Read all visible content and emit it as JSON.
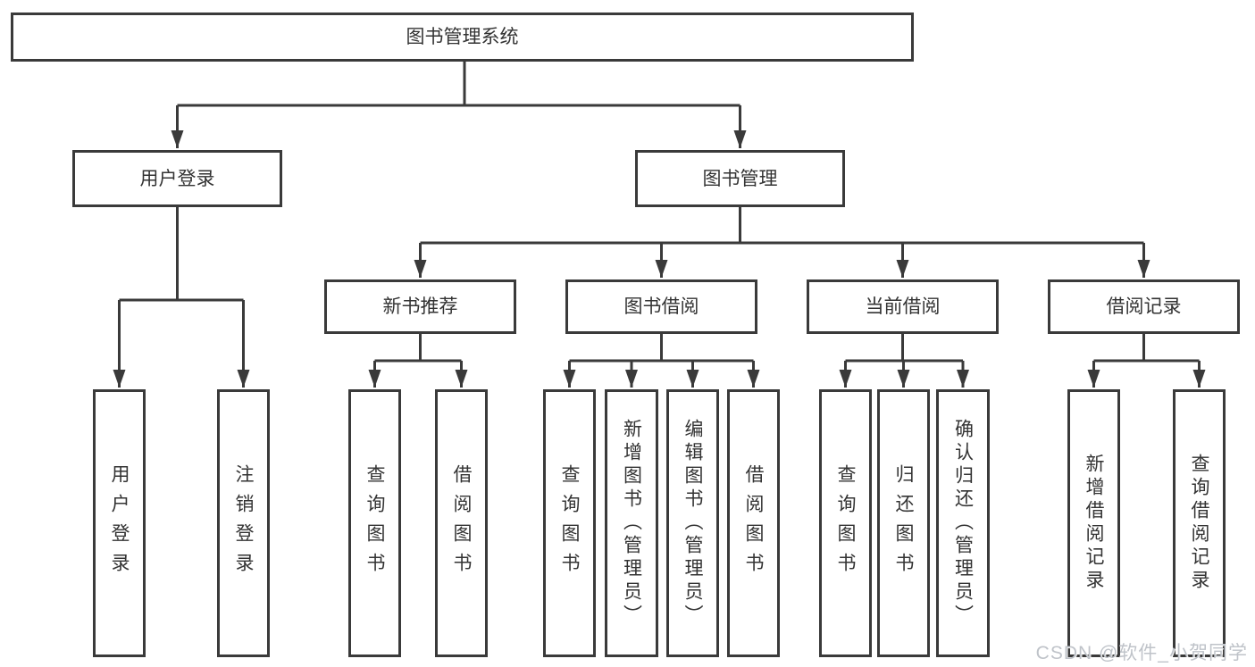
{
  "diagram_title": "图书管理系统",
  "tree": {
    "label": "图书管理系统",
    "children": [
      {
        "label": "用户登录",
        "children": [
          {
            "label": "用户登录"
          },
          {
            "label": "注销登录"
          }
        ]
      },
      {
        "label": "图书管理",
        "children": [
          {
            "label": "新书推荐",
            "children": [
              {
                "label": "查询图书"
              },
              {
                "label": "借阅图书"
              }
            ]
          },
          {
            "label": "图书借阅",
            "children": [
              {
                "label": "查询图书"
              },
              {
                "label": "新增图书（管理员）"
              },
              {
                "label": "编辑图书（管理员）"
              },
              {
                "label": "借阅图书"
              }
            ]
          },
          {
            "label": "当前借阅",
            "children": [
              {
                "label": "查询图书"
              },
              {
                "label": "归还图书"
              },
              {
                "label": "确认归还（管理员）"
              }
            ]
          },
          {
            "label": "借阅记录",
            "children": [
              {
                "label": "新增借阅记录"
              },
              {
                "label": "查询借阅记录"
              }
            ]
          }
        ]
      }
    ]
  },
  "watermark": {
    "text": "CSDN @软件_小贺同学"
  },
  "colors": {
    "line": "#3a3a3a",
    "box_border": "#3a3a3a",
    "box_fill": "#ffffff",
    "text": "#333333",
    "watermark": "#bfc3c9",
    "background": "#ffffff"
  }
}
